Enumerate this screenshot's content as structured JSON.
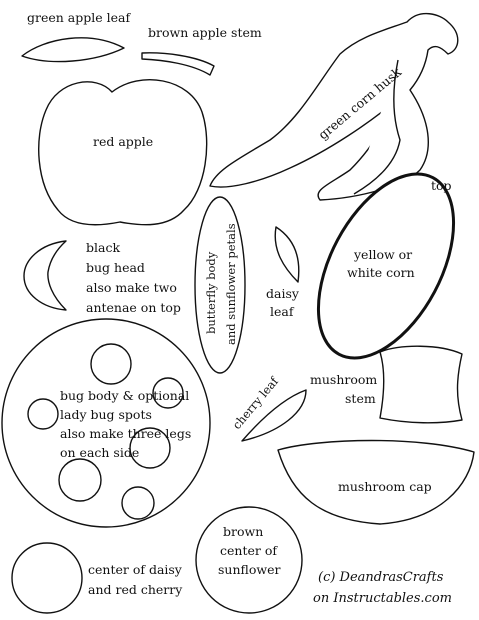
{
  "labels": {
    "green_apple_leaf": "green apple leaf",
    "brown_apple_stem": "brown apple stem",
    "red_apple": "red apple",
    "green_corn_husk": "green corn husk",
    "top": "top",
    "yellow_or": "yellow or",
    "white_corn": "white corn",
    "black_lines": [
      "black",
      "bug head",
      "also make two",
      "antenae on top"
    ],
    "butterfly_body": "butterfly body",
    "sunflower_petals": "and sunflower petals",
    "daisy": "daisy",
    "leaf": "leaf",
    "bug_body_lines": [
      "bug body & optional",
      "lady bug spots",
      "also make three legs",
      "on each side"
    ],
    "cherry_leaf": "cherry leaf",
    "mushroom": "mushroom",
    "stem": "stem",
    "mushroom_cap": "mushroom cap",
    "center_daisy_lines": [
      "center of daisy",
      "and red cherry"
    ],
    "sunflower_center_lines": [
      "brown",
      "center of",
      "sunflower"
    ]
  },
  "credit": {
    "line1": "(c) DeandrasCrafts",
    "line2": "on Instructables.com"
  }
}
